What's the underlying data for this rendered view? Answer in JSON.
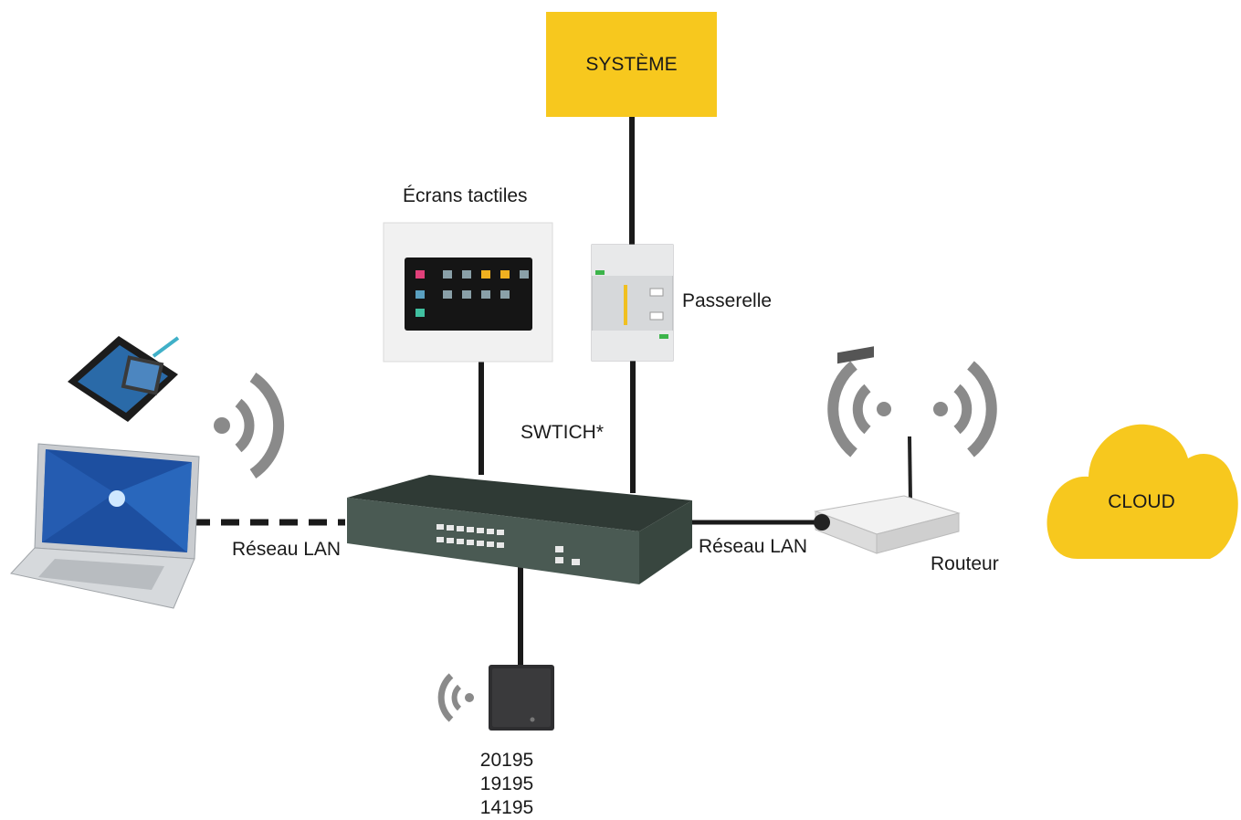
{
  "diagram": {
    "systeme_label": "SYSTÈME",
    "touchscreens_label": "Écrans tactiles",
    "gateway_label": "Passerelle",
    "switch_label": "SWTICH*",
    "lan_left_label": "Réseau LAN",
    "lan_right_label": "Réseau LAN",
    "router_label": "Routeur",
    "cloud_label": "CLOUD",
    "product_codes": [
      "20195",
      "19195",
      "14195"
    ]
  },
  "colors": {
    "accent_yellow": "#f7c81e",
    "line": "#1a1a1a",
    "wifi_gray": "#8a8a8a",
    "switch_body": "#3c4a44"
  }
}
